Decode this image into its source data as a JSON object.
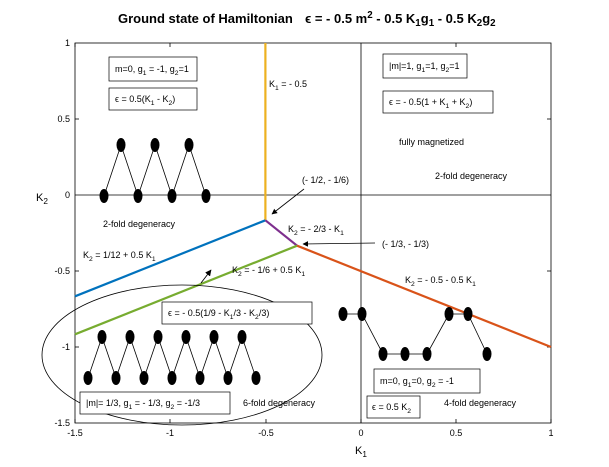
{
  "title": {
    "left": "Ground state of Hamiltonian",
    "eq": [
      "ϵ = - 0.5 m",
      "2",
      " - 0.5 K",
      "1",
      "g",
      "1",
      " - 0.5 K",
      "2",
      "g",
      "2"
    ]
  },
  "axes": {
    "xlabel": [
      "K",
      "1"
    ],
    "ylabel": [
      "K",
      "2"
    ],
    "xticks": [
      "-1.5",
      "-1",
      "-0.5",
      "0",
      "0.5",
      "1"
    ],
    "yticks": [
      "1",
      "0.5",
      "0",
      "-0.5",
      "-1",
      "-1.5"
    ],
    "xlim": [
      -1.5,
      1
    ],
    "ylim": [
      -1.5,
      1
    ]
  },
  "boundaries": [
    {
      "name": "K1=-0.5",
      "color": "#EDB120",
      "points": [
        [
          -0.5,
          1
        ],
        [
          -0.5,
          -0.1667
        ]
      ]
    },
    {
      "name": "K2=1/12+0.5K1",
      "color": "#0072BD",
      "points": [
        [
          -1.5,
          -0.6667
        ],
        [
          -0.5,
          -0.1667
        ]
      ]
    },
    {
      "name": "K2=-2/3-K1",
      "color": "#7E2F8E",
      "points": [
        [
          -0.5,
          -0.1667
        ],
        [
          -0.3333,
          -0.3333
        ]
      ]
    },
    {
      "name": "K2=-1/6+0.5K1",
      "color": "#77AC30",
      "points": [
        [
          -1.5,
          -0.9167
        ],
        [
          -0.3333,
          -0.3333
        ]
      ]
    },
    {
      "name": "K2=-0.5-0.5K1",
      "color": "#D95319",
      "points": [
        [
          -0.3333,
          -0.3333
        ],
        [
          1,
          -1
        ]
      ]
    }
  ],
  "labels": {
    "k1_line": [
      "K",
      "1",
      " = - 0.5"
    ],
    "region_a_state": [
      "m=0, g",
      "1",
      " = -1, g",
      "2",
      "=1"
    ],
    "region_a_energy": [
      "ϵ = 0.5(K",
      "1",
      " - K",
      "2",
      ")"
    ],
    "region_a_degeneracy": "2-fold degeneracy",
    "region_b_state": [
      "|m|=1, g",
      "1",
      "=1, g",
      "2",
      "=1"
    ],
    "region_b_energy": [
      "ϵ = - 0.5(1 + K",
      "1",
      " + K",
      "2",
      ")"
    ],
    "region_b_note": "fully magnetized",
    "region_b_degeneracy": "2-fold degeneracy",
    "point1": "(- 1/2, - 1/6)",
    "point2": "(- 1/3, - 1/3)",
    "purple_line": [
      "K",
      "2",
      " = - 2/3 - K",
      "1"
    ],
    "blue_line": [
      "K",
      "2",
      " = 1/12 + 0.5 K",
      "1"
    ],
    "green_line": [
      "K",
      "2",
      " = - 1/6 + 0.5 K",
      "1"
    ],
    "orange_line": [
      "K",
      "2",
      " = - 0.5 - 0.5 K",
      "1"
    ],
    "region_c_energy": [
      "ϵ = - 0.5(1/9 - K",
      "1",
      "/3 - K",
      "2",
      "/3)"
    ],
    "region_c_state": [
      "|m|= 1/3, g",
      "1",
      " = - 1/3, g",
      "2",
      " = -1/3"
    ],
    "region_c_degeneracy": "6-fold degeneracy",
    "region_d_state": [
      "m=0, g",
      "1",
      "=0, g",
      "2",
      " = -1"
    ],
    "region_d_energy": [
      "ϵ = 0.5 K",
      "2"
    ],
    "region_d_degeneracy": "4-fold degeneracy"
  }
}
